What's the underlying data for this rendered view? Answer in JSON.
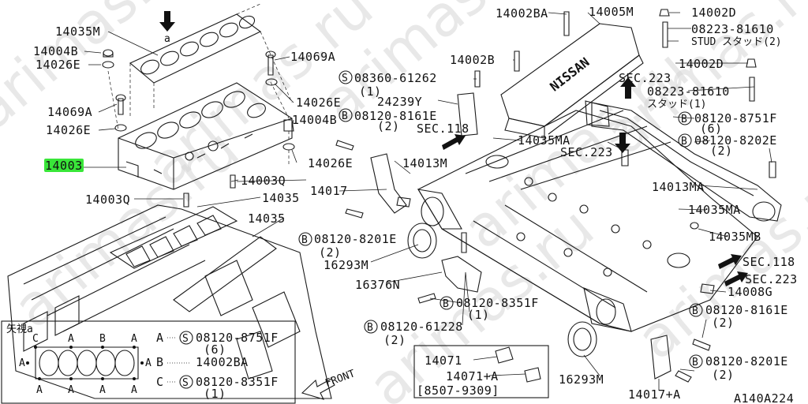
{
  "watermark": "arimas.ru",
  "part_labels": {
    "p14035M_top": "14035M",
    "p14004B_l": "14004B",
    "p14026E_l1": "14026E",
    "p14069A_l": "14069A",
    "p14026E_l2": "14026E",
    "p14003": "14003",
    "p14003Q_l": "14003Q",
    "p14035_a": "14035",
    "p14035_b": "14035",
    "p14069A_m": "14069A",
    "p14026E_m1": "14026E",
    "p14004B_m": "14004B",
    "p14026E_m2": "14026E",
    "p14003Q_m": "14003Q",
    "p14017": "14017",
    "p14013M": "14013M",
    "p24239Y": "24239Y",
    "p14002BA": "14002BA",
    "p14002B": "14002B",
    "p14005M": "14005M",
    "p14002D_1": "14002D",
    "p14002D_2": "14002D",
    "p08223_1": "08223-81610",
    "stud_1": "STUD スタッド(2)",
    "p08223_2": "08223-81610",
    "stud_2": "スタッド(1)",
    "sec223_a": "SEC.223",
    "sec223_b": "SEC.223",
    "sec118_a": "SEC.118",
    "sec118_b": "SEC.118",
    "sec223_c": "SEC.223",
    "s08360": "08360-61262",
    "s08360_q": "(1)",
    "b08120_8161E_a": "08120-8161E",
    "b08120_8161E_a_q": "(2)",
    "p14035MA_a": "14035MA",
    "b08120_8751F": "08120-8751F",
    "b08120_8751F_q": "(6)",
    "b08120_8202E": "08120-8202E",
    "b08120_8202E_q": "(2)",
    "p14013MA": "14013MA",
    "p14035MA_b": "14035MA",
    "p14035MB": "14035MB",
    "b08120_8201E_a": "08120-8201E",
    "b08120_8201E_a_q": "(2)",
    "p16293M_a": "16293M",
    "p16376N": "16376N",
    "b08120_8351F": "08120-8351F",
    "b08120_8351F_q": "(1)",
    "b08120_61228": "08120-61228",
    "b08120_61228_q": "(2)",
    "p14008G": "14008G",
    "b08120_8161E_b": "08120-8161E",
    "b08120_8161E_b_q": "(2)",
    "p16293M_b": "16293M",
    "b08120_8201E_b": "08120-8201E",
    "b08120_8201E_b_q": "(2)",
    "p14017A": "14017+A",
    "p14071": "14071",
    "p14071A": "14071+A",
    "date_range": "[8507-9309]",
    "front": "FRONT",
    "diagram_code": "A140A224"
  },
  "view_legend": {
    "title": "矢視a",
    "rows": [
      {
        "key": "A",
        "prefix": "S",
        "part": "08120-8751F",
        "qty": "(6)"
      },
      {
        "key": "B",
        "prefix": "",
        "part": "14002BA",
        "qty": ""
      },
      {
        "key": "C",
        "prefix": "S",
        "part": "08120-8351F",
        "qty": "(1)"
      }
    ],
    "gasket_letters": [
      "C",
      "A",
      "B",
      "A",
      "A",
      "A",
      "A",
      "A",
      "A",
      "A"
    ]
  },
  "highlight_part": "14003",
  "colors": {
    "highlight": "#39e639",
    "line": "#1a1a1a",
    "watermark": "#d6d6d6"
  }
}
